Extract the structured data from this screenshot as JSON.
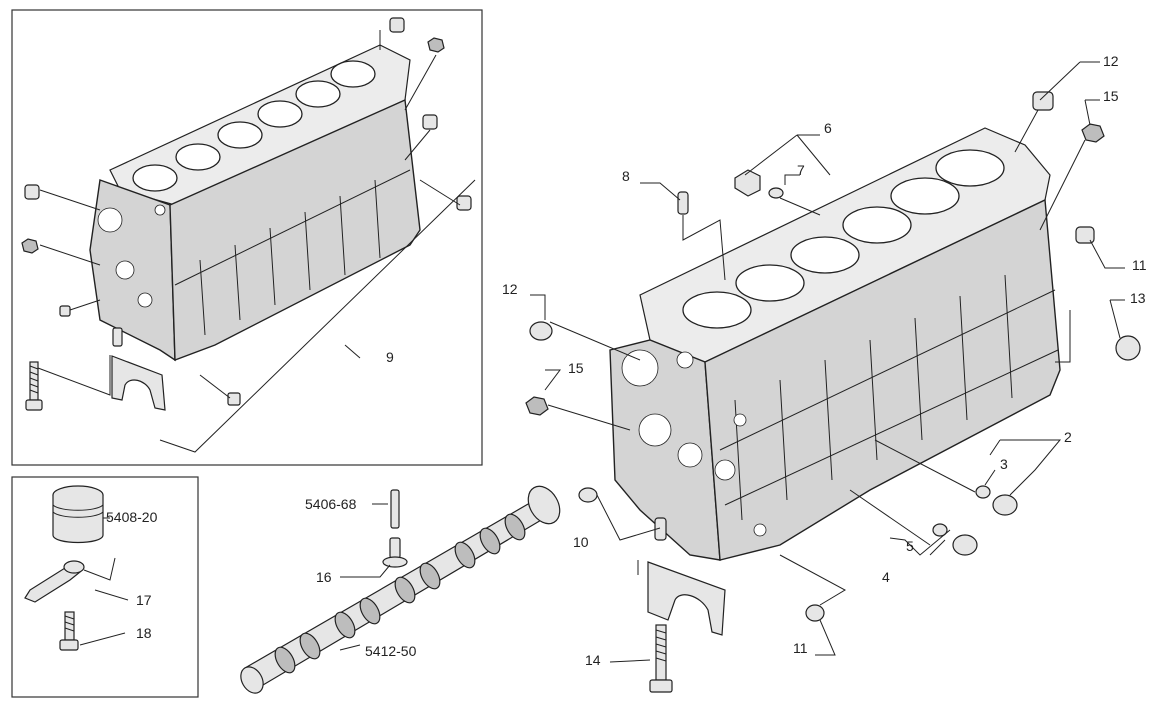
{
  "labels": {
    "l2": "2",
    "l3": "3",
    "l4": "4",
    "l5": "5",
    "l6": "6",
    "l7": "7",
    "l8": "8",
    "l9": "9",
    "l10": "10",
    "l11a": "11",
    "l11b": "11",
    "l12a": "12",
    "l12b": "12",
    "l13": "13",
    "l14": "14",
    "l15a": "15",
    "l15b": "15",
    "l16": "16",
    "l17": "17",
    "l18": "18",
    "l5406": "5406-68",
    "l5408": "5408-20",
    "l5412": "5412-50"
  }
}
